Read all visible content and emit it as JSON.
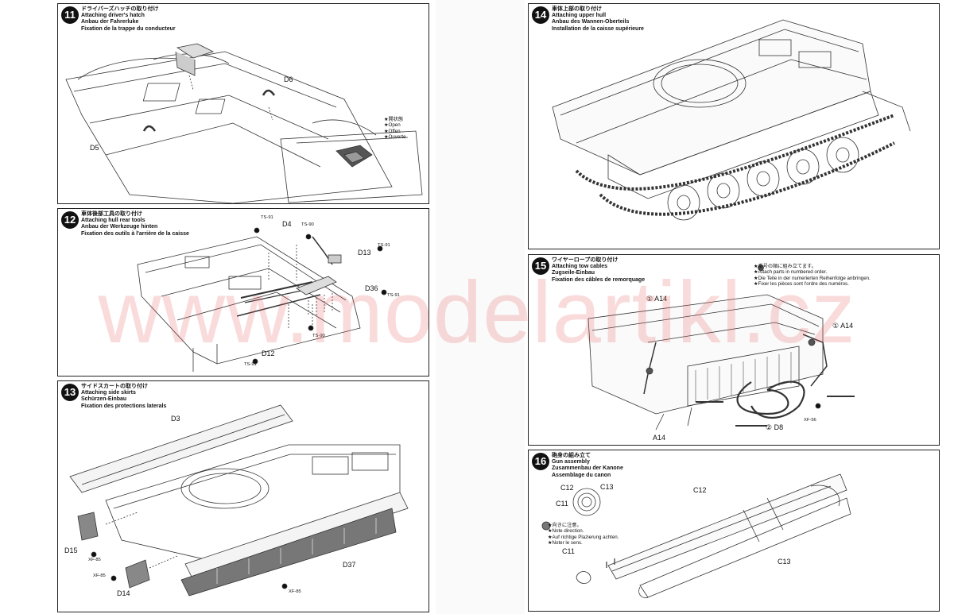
{
  "watermark": "www.modelartikl.cz",
  "steps": {
    "s11": {
      "num": "11",
      "titles": [
        "ドライバーズハッチの取り付け",
        "Attaching driver's hatch",
        "Anbau der Fahrerluke",
        "Fixation de la trappe du conducteur"
      ],
      "labels": {
        "d6": "D6",
        "d5": "D5"
      },
      "note": [
        "★開状態",
        "★Open",
        "★Offen",
        "★Ouverte"
      ]
    },
    "s12": {
      "num": "12",
      "titles": [
        "車体後部工具の取り付け",
        "Attaching hull rear tools",
        "Anbau der Werkzeuge hinten",
        "Fixation des outils à l'arrière de la caisse"
      ],
      "labels": {
        "ts91a": "TS-91",
        "d4": "D4",
        "ts90a": "TS-90",
        "d13": "D13",
        "ts91b": "TS-91",
        "d36": "D36",
        "ts91c": "TS-91",
        "ts90b": "TS-90",
        "d12": "D12",
        "ts91d": "TS-91"
      }
    },
    "s13": {
      "num": "13",
      "titles": [
        "サイドスカートの取り付け",
        "Attaching side skirts",
        "Schürzen-Einbau",
        "Fixation des protections laterals"
      ],
      "labels": {
        "d3": "D3",
        "d15": "D15",
        "xf85a": "XF-85",
        "xf85b": "XF-85",
        "d14": "D14",
        "d37": "D37",
        "xf85c": "XF-85"
      }
    },
    "s14": {
      "num": "14",
      "titles": [
        "車体上部の取り付け",
        "Attaching upper hull",
        "Anbau des Wannen-Oberteils",
        "Installation de la caisse supérieure"
      ]
    },
    "s15": {
      "num": "15",
      "titles": [
        "ワイヤーロープの取り付け",
        "Attaching tow cables",
        "Zugseile-Einbau",
        "Fixation des câbles de remorquage"
      ],
      "note": [
        "★番号の順に組み立てます。",
        "★Attach parts in numbered order.",
        "★Die Teile in der numerierten Reihenfolge anbringen.",
        "★Fixer les pièces sont l'ordre des numéros."
      ],
      "labels": {
        "a14a": "① A14",
        "a14b": "① A14",
        "a14c": "A14",
        "xf56": "XF-56",
        "d8": "② D8"
      }
    },
    "s16": {
      "num": "16",
      "titles": [
        "砲身の組み立て",
        "Gun assembly",
        "Zusammenbau der Kanone",
        "Assemblage du canon"
      ],
      "labels": {
        "c12a": "C12",
        "c13a": "C13",
        "c11a": "C11",
        "c11b": "C11",
        "c12b": "C12",
        "c13b": "C13"
      },
      "note": [
        "★向きに注意。",
        "★Note direction.",
        "★Auf richtige Plazierung achten.",
        "★Noter le sens."
      ]
    }
  },
  "colors": {
    "ink": "#111111",
    "line": "#333333",
    "watermark": "#e65a5a"
  }
}
